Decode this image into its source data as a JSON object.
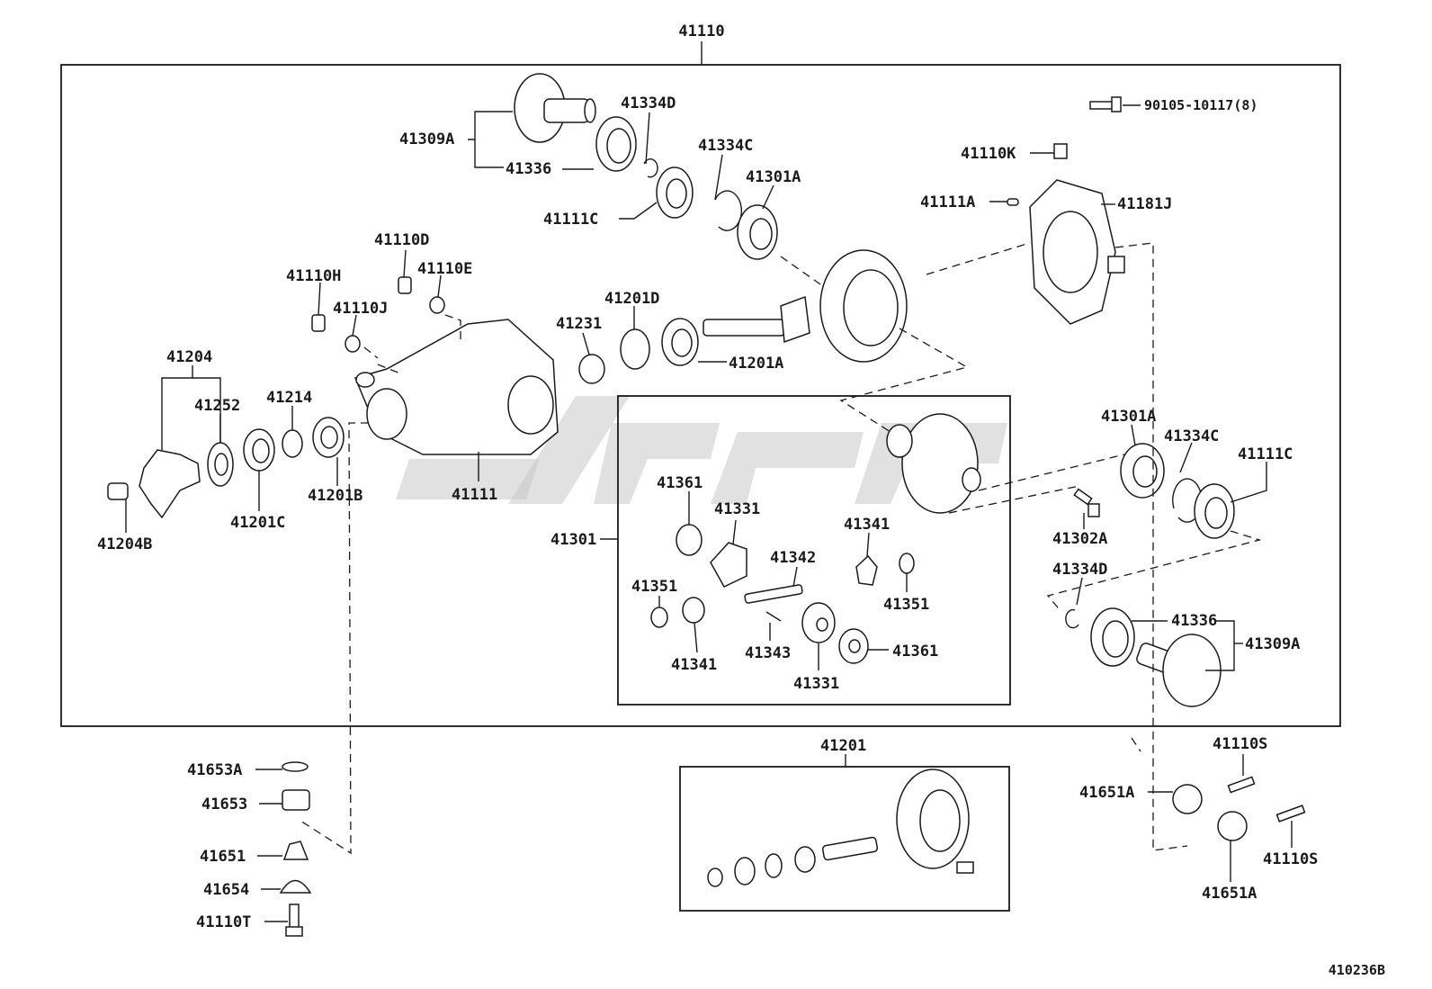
{
  "diagram": {
    "assembly_label": "41110",
    "figure_code": "410236B",
    "labels": [
      {
        "id": "l-41309A-top",
        "text": "41309A"
      },
      {
        "id": "l-41336-top",
        "text": "41336"
      },
      {
        "id": "l-41334D-top",
        "text": "41334D"
      },
      {
        "id": "l-41334C-top",
        "text": "41334C"
      },
      {
        "id": "l-41111C-top",
        "text": "41111C"
      },
      {
        "id": "l-41301A-top",
        "text": "41301A"
      },
      {
        "id": "l-90105",
        "text": "90105-10117(8)"
      },
      {
        "id": "l-41110K",
        "text": "41110K"
      },
      {
        "id": "l-41111A",
        "text": "41111A"
      },
      {
        "id": "l-41181J",
        "text": "41181J"
      },
      {
        "id": "l-41110D",
        "text": "41110D"
      },
      {
        "id": "l-41110H",
        "text": "41110H"
      },
      {
        "id": "l-41110E",
        "text": "41110E"
      },
      {
        "id": "l-41110J",
        "text": "41110J"
      },
      {
        "id": "l-41201D",
        "text": "41201D"
      },
      {
        "id": "l-41231",
        "text": "41231"
      },
      {
        "id": "l-41201A",
        "text": "41201A"
      },
      {
        "id": "l-41204",
        "text": "41204"
      },
      {
        "id": "l-41252",
        "text": "41252"
      },
      {
        "id": "l-41214",
        "text": "41214"
      },
      {
        "id": "l-41201B",
        "text": "41201B"
      },
      {
        "id": "l-41201C",
        "text": "41201C"
      },
      {
        "id": "l-41204B",
        "text": "41204B"
      },
      {
        "id": "l-41111",
        "text": "41111"
      },
      {
        "id": "l-41301",
        "text": "41301"
      },
      {
        "id": "l-41361-a",
        "text": "41361"
      },
      {
        "id": "l-41331-a",
        "text": "41331"
      },
      {
        "id": "l-41342",
        "text": "41342"
      },
      {
        "id": "l-41341-a",
        "text": "41341"
      },
      {
        "id": "l-41351-a",
        "text": "41351"
      },
      {
        "id": "l-41351-b",
        "text": "41351"
      },
      {
        "id": "l-41341-b",
        "text": "41341"
      },
      {
        "id": "l-41343",
        "text": "41343"
      },
      {
        "id": "l-41361-b",
        "text": "41361"
      },
      {
        "id": "l-41331-b",
        "text": "41331"
      },
      {
        "id": "l-41301A-right",
        "text": "41301A"
      },
      {
        "id": "l-41334C-right",
        "text": "41334C"
      },
      {
        "id": "l-41111C-right",
        "text": "41111C"
      },
      {
        "id": "l-41302A",
        "text": "41302A"
      },
      {
        "id": "l-41334D-right",
        "text": "41334D"
      },
      {
        "id": "l-41336-right",
        "text": "41336"
      },
      {
        "id": "l-41309A-right",
        "text": "41309A"
      },
      {
        "id": "l-41653A",
        "text": "41653A"
      },
      {
        "id": "l-41653",
        "text": "41653"
      },
      {
        "id": "l-41651",
        "text": "41651"
      },
      {
        "id": "l-41654",
        "text": "41654"
      },
      {
        "id": "l-41110T",
        "text": "41110T"
      },
      {
        "id": "l-41201",
        "text": "41201"
      },
      {
        "id": "l-41110S-a",
        "text": "41110S"
      },
      {
        "id": "l-41651A-a",
        "text": "41651A"
      },
      {
        "id": "l-41110S-b",
        "text": "41110S"
      },
      {
        "id": "l-41651A-b",
        "text": "41651A"
      }
    ]
  }
}
